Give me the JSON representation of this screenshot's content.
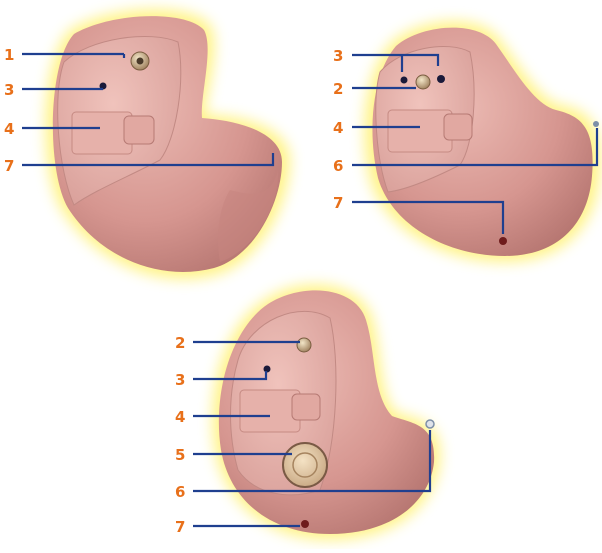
{
  "colors": {
    "shell": "#d69690",
    "shell_light": "#e8b3ac",
    "shell_dark": "#b77571",
    "glow": "#fff27a",
    "leader": "#1f3f8f",
    "number": "#e8701a"
  },
  "views": [
    {
      "id": "top-left",
      "labels": [
        "1",
        "3",
        "4",
        "7"
      ]
    },
    {
      "id": "top-right",
      "labels": [
        "3",
        "2",
        "4",
        "6",
        "7"
      ]
    },
    {
      "id": "bottom",
      "labels": [
        "2",
        "3",
        "4",
        "5",
        "6",
        "7"
      ]
    }
  ]
}
